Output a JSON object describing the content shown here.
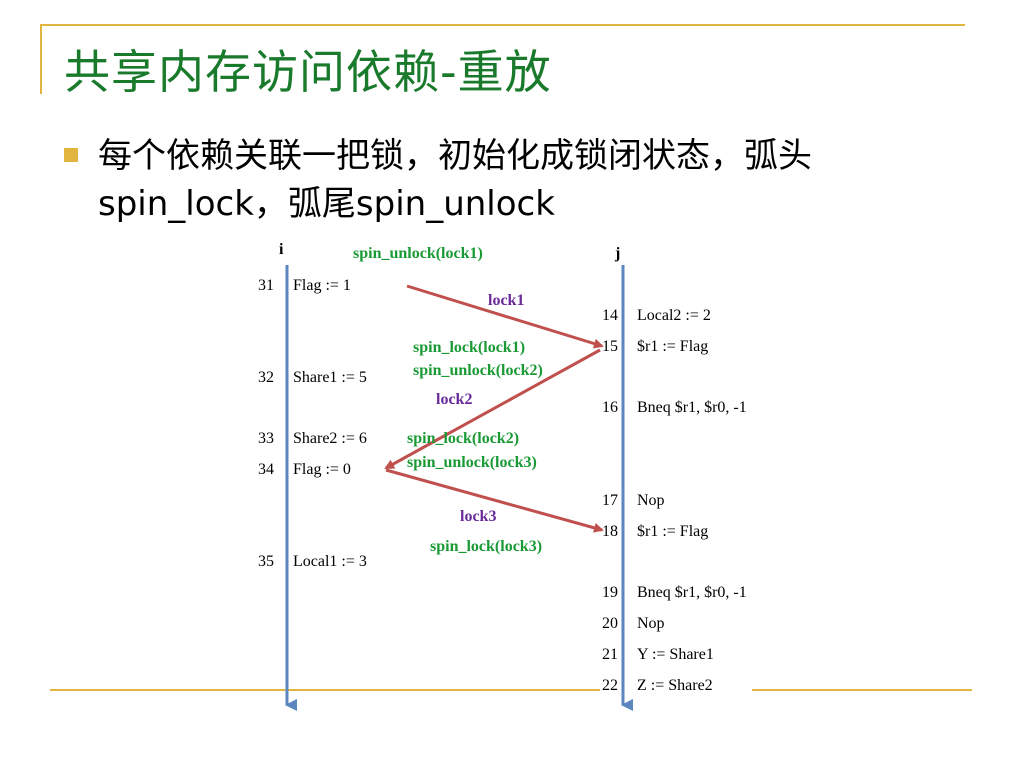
{
  "title": "共享内存访问依赖-重放",
  "bullet": "每个依赖关联一把锁，初始化成锁闭状态，弧头spin_lock，弧尾spin_unlock",
  "threads": {
    "left": "i",
    "right": "j"
  },
  "left_instructions": [
    {
      "num": "31",
      "code": "Flag := 1"
    },
    {
      "num": "32",
      "code": "Share1 := 5"
    },
    {
      "num": "33",
      "code": "Share2 := 6"
    },
    {
      "num": "34",
      "code": "Flag := 0"
    },
    {
      "num": "35",
      "code": "Local1 := 3"
    }
  ],
  "right_instructions": [
    {
      "num": "14",
      "code": "Local2 := 2"
    },
    {
      "num": "15",
      "code": "$r1 := Flag"
    },
    {
      "num": "16",
      "code": "Bneq $r1, $r0, -1"
    },
    {
      "num": "17",
      "code": "Nop"
    },
    {
      "num": "18",
      "code": "$r1 := Flag"
    },
    {
      "num": "19",
      "code": "Bneq $r1, $r0, -1"
    },
    {
      "num": "20",
      "code": "Nop"
    },
    {
      "num": "21",
      "code": "Y := Share1"
    },
    {
      "num": "22",
      "code": "Z := Share2"
    }
  ],
  "arrow_labels": {
    "unlock1": "spin_unlock(lock1)",
    "lock1": "lock1",
    "spin_lock1": "spin_lock(lock1)",
    "unlock2": "spin_unlock(lock2)",
    "lock2": "lock2",
    "spin_lock2": "spin_lock(lock2)",
    "unlock3": "spin_unlock(lock3)",
    "lock3": "lock3",
    "spin_lock3": "spin_lock(lock3)"
  },
  "colors": {
    "title": "#1a7a2c",
    "accent": "#e2b53e",
    "timeline": "#5b86c0",
    "arrow": "#c0504d",
    "label_green": "#1a9a35",
    "label_purple": "#6a2a9a"
  }
}
